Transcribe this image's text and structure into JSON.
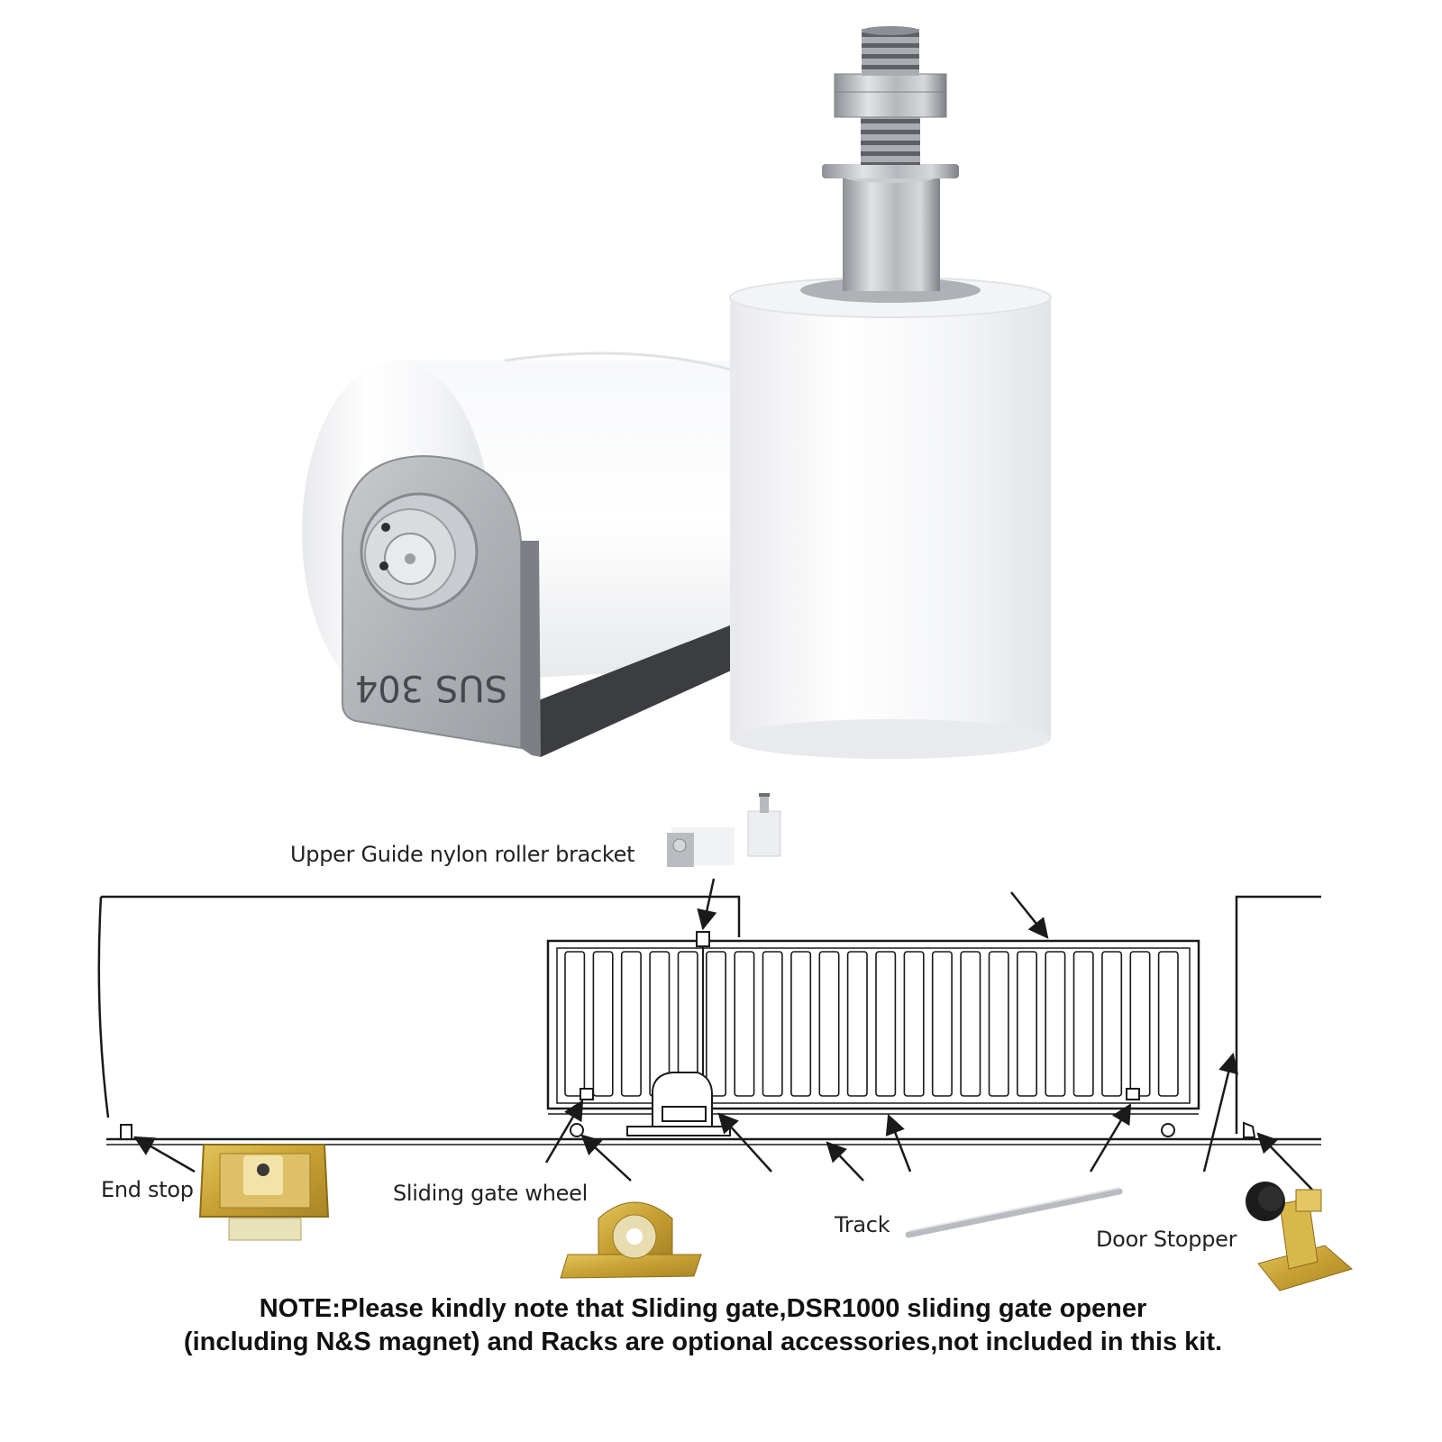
{
  "product": {
    "engraving": "SUS 304"
  },
  "diagram": {
    "labels": {
      "upper_guide": "Upper Guide nylon roller bracket",
      "end_stop": "End stop",
      "sliding_gate_wheel": "Sliding gate wheel",
      "track": "Track",
      "door_stopper": "Door Stopper"
    }
  },
  "note": {
    "line1": "NOTE:Please kindly note that Sliding gate,DSR1000 sliding gate opener",
    "line2": "(including N&S magnet) and Racks are optional accessories,not included in this kit."
  },
  "colors": {
    "nylon": "#f2f3f5",
    "steel": "#b9bcc0",
    "zinc": "#c9a83a",
    "line": "#1a1a1a"
  }
}
